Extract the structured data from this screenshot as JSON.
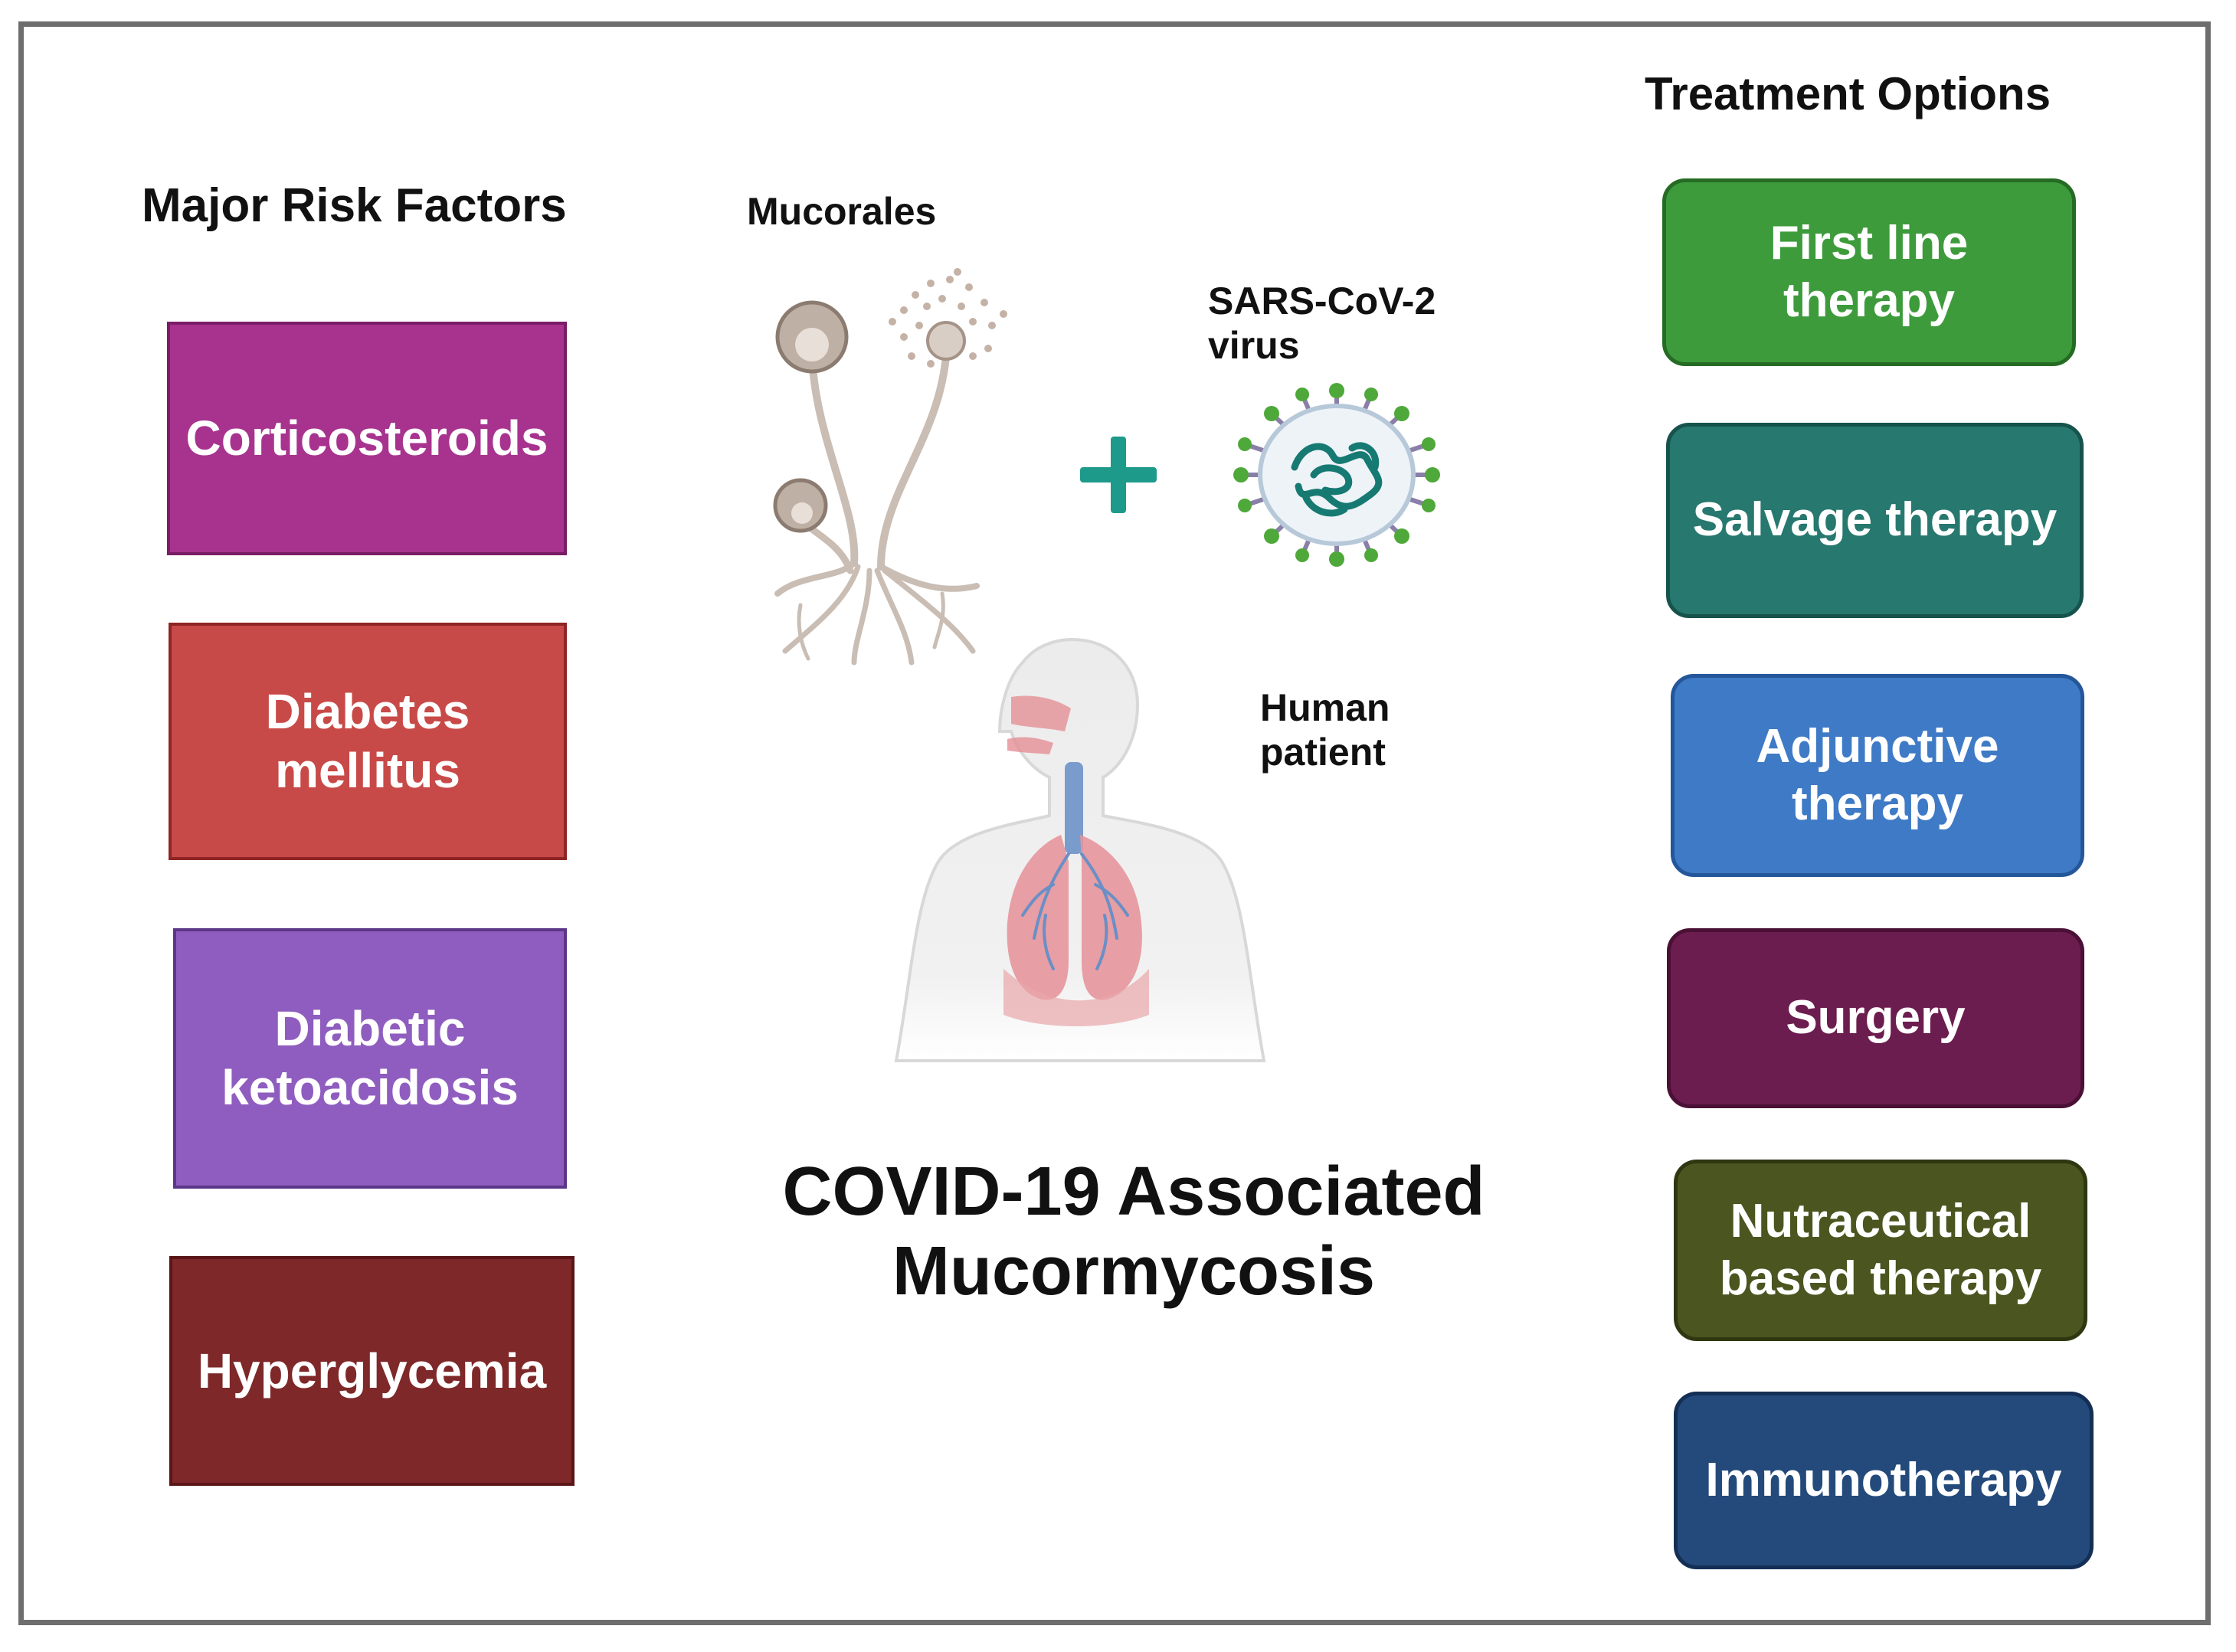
{
  "headings": {
    "risk_factors": "Major Risk Factors",
    "treatment_options": "Treatment Options"
  },
  "risk_factors": [
    {
      "label": "Corticosteroids",
      "color": "#a8338f",
      "border": "#7a1d66"
    },
    {
      "label": "Diabetes\nmellitus",
      "color": "#c84a48",
      "border": "#8f2524"
    },
    {
      "label": "Diabetic\nketoacidosis",
      "color": "#8f5dbf",
      "border": "#5c3688"
    },
    {
      "label": "Hyperglycemia",
      "color": "#7e2829",
      "border": "#5a1517"
    }
  ],
  "treatments": [
    {
      "label": "First line\ntherapy",
      "color": "#3d9b3c",
      "border": "#256b24"
    },
    {
      "label": "Salvage therapy",
      "color": "#27786f",
      "border": "#16534c"
    },
    {
      "label": "Adjunctive\ntherapy",
      "color": "#3f7ac6",
      "border": "#24569a"
    },
    {
      "label": "Surgery",
      "color": "#6c1d4f",
      "border": "#4a1035"
    },
    {
      "label": "Nutraceutical\nbased therapy",
      "color": "#4b5520",
      "border": "#2f3711"
    },
    {
      "label": "Immunotherapy",
      "color": "#234a7a",
      "border": "#142f55"
    }
  ],
  "center": {
    "mucorales_label": "Mucorales",
    "virus_label": "SARS-CoV-2\nvirus",
    "human_label": "Human\npatient",
    "plus_color": "#1d9a8a",
    "title": "COVID-19 Associated\nMucormycosis"
  }
}
